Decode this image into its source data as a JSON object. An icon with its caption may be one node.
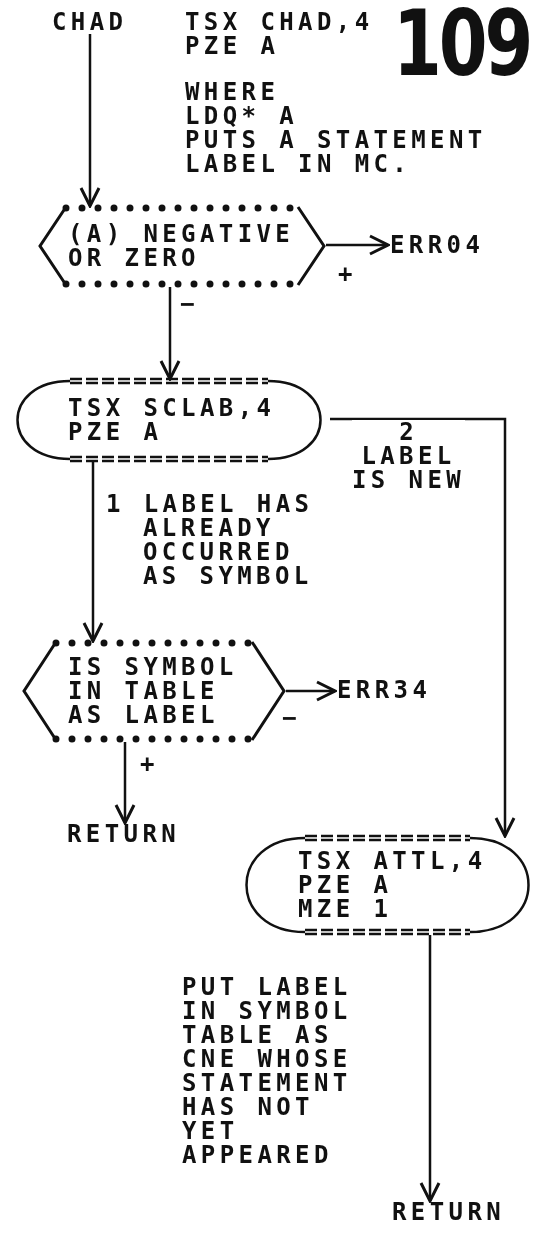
{
  "diagram": {
    "nodes": [
      {
        "text": [
          "CHAD"
        ]
      },
      {
        "text": [
          "(A) NEGATIVE OR ZERO"
        ]
      },
      {
        "text": [
          "ERR04"
        ]
      },
      {
        "text": [
          "TSX SCLAB,4 PZE A"
        ]
      },
      {
        "text": [
          "IS SYMBOL IN TABLE AS LABEL"
        ]
      },
      {
        "text": [
          "ERR34"
        ]
      },
      {
        "text": [
          "RETURN"
        ]
      },
      {
        "text": [
          "TSX ATTL,4 PZE A MZE 1"
        ]
      },
      {
        "text": [
          "RETURN"
        ]
      }
    ],
    "edges": [
      {
        "from": 0,
        "to": 1,
        "arrow": "to"
      },
      {
        "from": 1,
        "to": 2,
        "arrow": "to",
        "label": "+"
      },
      {
        "from": 1,
        "to": 3,
        "arrow": "to",
        "label": "−"
      },
      {
        "from": 3,
        "to": 4,
        "arrow": "to",
        "label": "1 LABEL HAS ALREADY OCCURRED AS SYMBOL"
      },
      {
        "from": 3,
        "to": 7,
        "arrow": "to",
        "label": "2 LABEL IS NEW"
      },
      {
        "from": 4,
        "to": 5,
        "arrow": "to",
        "label": "−"
      },
      {
        "from": 4,
        "to": 6,
        "arrow": "to",
        "label": "+"
      },
      {
        "from": 7,
        "to": 8,
        "arrow": "to"
      }
    ],
    "labels": [
      "TSX CHAD,4 PZE A",
      "109",
      "WHERE LDQ* A PUTS A STATEMENT LABEL IN MC.",
      "PUT LABEL IN SYMBOL TABLE AS CNE WHOSE STATEMENT HAS NOT YET APPEARED"
    ]
  }
}
